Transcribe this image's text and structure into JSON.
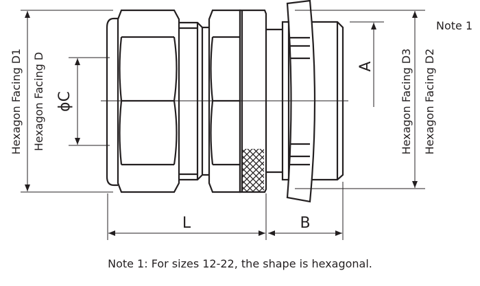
{
  "labels": {
    "d1": "Hexagon Facing D1",
    "d": "Hexagon Facing D",
    "c": "ϕC",
    "a": "A",
    "d3": "Hexagon Facing D3",
    "d2": "Hexagon Facing D2",
    "l": "L",
    "b": "B",
    "note_ref": "Note 1"
  },
  "footnote": "Note 1: For sizes 12-22, the shape is hexagonal."
}
